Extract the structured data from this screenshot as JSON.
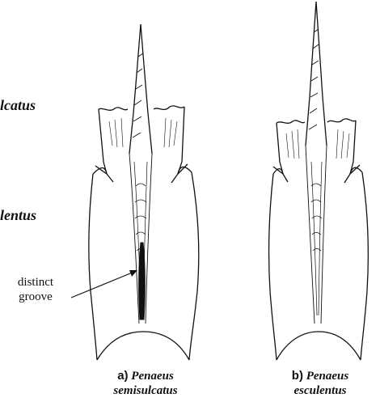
{
  "side_labels": {
    "top_fragment": "lcatus",
    "bottom_fragment": "lentus"
  },
  "annotation": {
    "line1": "distinct",
    "line2": "groove"
  },
  "captions": {
    "a": {
      "letter": "a)",
      "genus": "Penaeus",
      "species": "semisulcatus"
    },
    "b": {
      "letter": "b)",
      "genus": "Penaeus",
      "species": "esculentus"
    }
  },
  "colors": {
    "ink": "#111111",
    "background": "#ffffff"
  }
}
